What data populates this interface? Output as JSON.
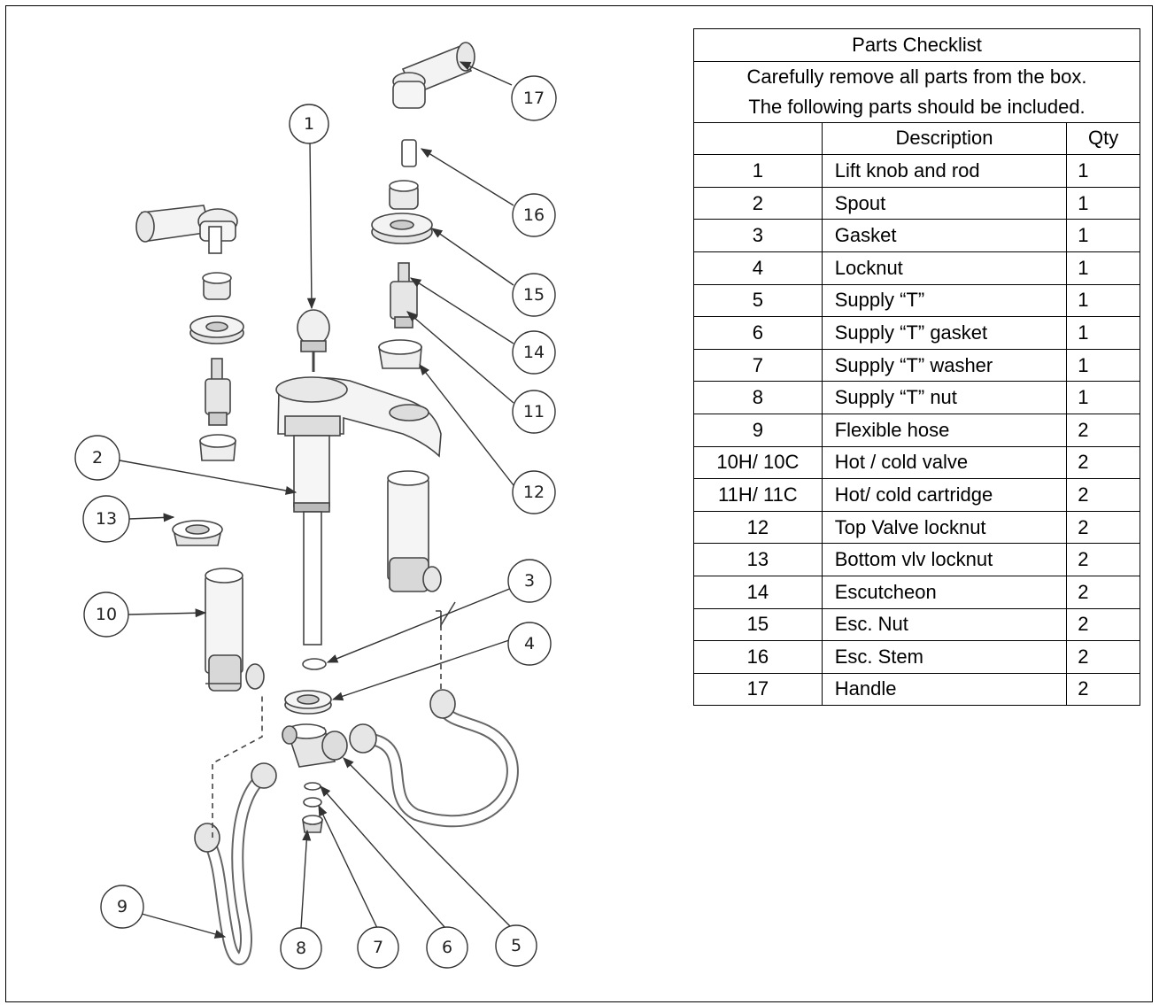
{
  "checklist": {
    "title": "Parts Checklist",
    "intro_line1": "Carefully remove all parts from the box.",
    "intro_line2": "The following parts should be included.",
    "col_num": "",
    "col_desc": "Description",
    "col_qty": "Qty",
    "rows": [
      {
        "num": "1",
        "desc": "Lift knob and rod",
        "qty": "1"
      },
      {
        "num": "2",
        "desc": "Spout",
        "qty": "1"
      },
      {
        "num": "3",
        "desc": "Gasket",
        "qty": "1"
      },
      {
        "num": "4",
        "desc": "Locknut",
        "qty": "1"
      },
      {
        "num": "5",
        "desc": "Supply “T”",
        "qty": "1"
      },
      {
        "num": "6",
        "desc": "Supply “T” gasket",
        "qty": "1"
      },
      {
        "num": "7",
        "desc": "Supply “T” washer",
        "qty": "1"
      },
      {
        "num": "8",
        "desc": "Supply “T” nut",
        "qty": "1"
      },
      {
        "num": "9",
        "desc": "Flexible hose",
        "qty": "2"
      },
      {
        "num": "10H/ 10C",
        "desc": "Hot / cold valve",
        "qty": "2"
      },
      {
        "num": "11H/ 11C",
        "desc": "Hot/ cold cartridge",
        "qty": "2"
      },
      {
        "num": "12",
        "desc": "Top Valve locknut",
        "qty": "2"
      },
      {
        "num": "13",
        "desc": "Bottom vlv locknut",
        "qty": "2"
      },
      {
        "num": "14",
        "desc": "Escutcheon",
        "qty": "2"
      },
      {
        "num": "15",
        "desc": "Esc. Nut",
        "qty": "2"
      },
      {
        "num": "16",
        "desc": "Esc. Stem",
        "qty": "2"
      },
      {
        "num": "17",
        "desc": "Handle",
        "qty": "2"
      }
    ]
  },
  "callouts": [
    "1",
    "2",
    "3",
    "4",
    "5",
    "6",
    "7",
    "8",
    "9",
    "10",
    "11",
    "12",
    "13",
    "14",
    "15",
    "16",
    "17"
  ]
}
